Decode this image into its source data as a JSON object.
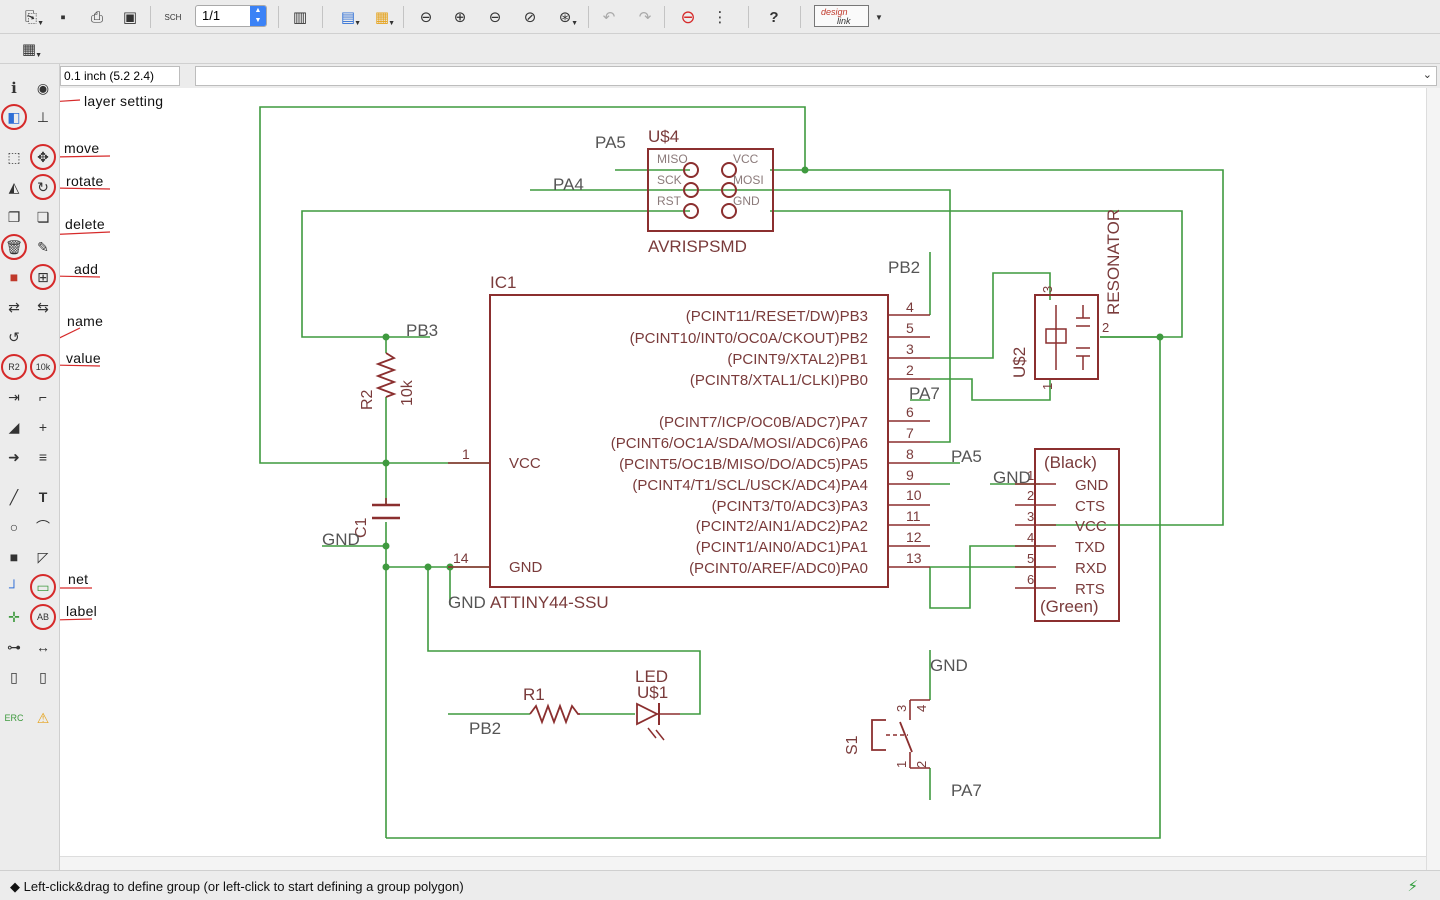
{
  "toolbar": {
    "sheet_value": "1/1",
    "design_link_top": "design",
    "design_link_bottom": "link"
  },
  "coordinate_display": "0.1 inch (5.2 2.4)",
  "command_input": {
    "value": ""
  },
  "annotations": {
    "layer_setting": "layer setting",
    "move": "move",
    "rotate": "rotate",
    "delete": "delete",
    "add": "add",
    "name": "name",
    "value": "value",
    "net": "net",
    "label": "label"
  },
  "status": {
    "message": "Left-click&drag to define group (or left-click to start defining a group polygon)"
  },
  "schematic": {
    "ic1": {
      "name": "IC1",
      "value": "ATTINY44-SSU",
      "left_pins": [
        {
          "num": "1",
          "label": "VCC"
        },
        {
          "num": "14",
          "label": "GND"
        }
      ],
      "right_pins": [
        {
          "num": "4",
          "label": "(PCINT11/RESET/DW)PB3"
        },
        {
          "num": "5",
          "label": "(PCINT10/INT0/OC0A/CKOUT)PB2"
        },
        {
          "num": "3",
          "label": "(PCINT9/XTAL2)PB1"
        },
        {
          "num": "2",
          "label": "(PCINT8/XTAL1/CLKI)PB0"
        },
        {
          "num": "6",
          "label": "(PCINT7/ICP/OC0B/ADC7)PA7"
        },
        {
          "num": "7",
          "label": "(PCINT6/OC1A/SDA/MOSI/ADC6)PA6"
        },
        {
          "num": "8",
          "label": "(PCINT5/OC1B/MISO/DO/ADC5)PA5"
        },
        {
          "num": "9",
          "label": "(PCINT4/T1/SCL/USCK/ADC4)PA4"
        },
        {
          "num": "10",
          "label": "(PCINT3/T0/ADC3)PA3"
        },
        {
          "num": "11",
          "label": "(PCINT2/AIN1/ADC2)PA2"
        },
        {
          "num": "12",
          "label": "(PCINT1/AIN0/ADC1)PA1"
        },
        {
          "num": "13",
          "label": "(PCINT0/AREF/ADC0)PA0"
        }
      ]
    },
    "u4": {
      "name": "U$4",
      "value": "AVRISPSMD",
      "pins_left": [
        "MISO",
        "SCK",
        "RST"
      ],
      "pins_right": [
        "VCC",
        "MOSI",
        "GND"
      ]
    },
    "resonator": {
      "name": "U$2",
      "value": "RESONATOR",
      "pins": [
        "3",
        "2",
        "1"
      ]
    },
    "ftdi": {
      "top_label": "(Black)",
      "bottom_label": "(Green)",
      "pins": [
        {
          "num": "1",
          "label": "GND"
        },
        {
          "num": "2",
          "label": "CTS"
        },
        {
          "num": "3",
          "label": "VCC"
        },
        {
          "num": "4",
          "label": "TXD"
        },
        {
          "num": "5",
          "label": "RXD"
        },
        {
          "num": "6",
          "label": "RTS"
        }
      ]
    },
    "r2": {
      "name": "R2",
      "value": "10k"
    },
    "c1": {
      "name": "C1"
    },
    "r1": {
      "name": "R1"
    },
    "led": {
      "name": "U$1",
      "value": "LED"
    },
    "s1": {
      "name": "S1",
      "pins": [
        "3",
        "4",
        "1",
        "2"
      ]
    },
    "net_labels": {
      "pa5_top": "PA5",
      "pa4_top": "PA4",
      "pb2_top": "PB2",
      "pb3": "PB3",
      "pa7_mid": "PA7",
      "pa5_mid": "PA5",
      "gnd_ftdi": "GND",
      "gnd_c1": "GND",
      "gnd_ic": "GND",
      "pb2_bottom": "PB2",
      "gnd_s1": "GND",
      "pa7_bottom": "PA7"
    }
  },
  "colors": {
    "wire": "#3f9a3f",
    "symbol": "#8b2f2f",
    "annotation_ring": "#d62a2a"
  }
}
